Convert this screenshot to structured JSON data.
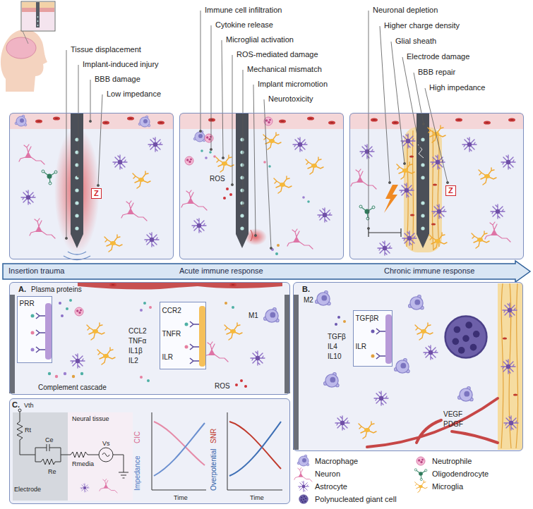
{
  "diagram": {
    "nodes": [
      {
        "text": [
          "Z"
        ]
      },
      {
        "text": [
          "ROS"
        ]
      },
      {
        "text": [
          "Z"
        ]
      },
      {
        "text": [
          "Insertion trauma",
          "Acute immune response",
          "Chronic immune response"
        ]
      },
      {
        "text": [
          "A.",
          "Plasma proteins",
          "CCL2",
          "TNFα",
          "IL1β",
          "IL2",
          "M1",
          "Complement cascade",
          "ROS"
        ]
      },
      {
        "text": [
          "PRR"
        ],
        "in": 4
      },
      {
        "text": [
          "CCR2",
          "TNFR",
          "ILR"
        ],
        "in": 4
      },
      {
        "text": [
          "B.",
          "M2",
          "TGFβ",
          "IL4",
          "IL10",
          "VEGF",
          "PDGF"
        ]
      },
      {
        "text": [
          "TGFβR",
          "ILR"
        ],
        "in": 7
      },
      {
        "text": [
          "C.",
          "Vth",
          "Rt",
          "Ce",
          "Vs",
          "Rmedia",
          "Re",
          "Electrode",
          "Neural tissue",
          "CIC",
          "Impedance",
          "Time",
          "SNR",
          "Overpotential",
          "Time"
        ]
      }
    ],
    "labels": [
      "Tissue displacement",
      "Implant-induced injury",
      "BBB damage",
      "Low impedance",
      "Immune cell infiltration",
      "Cytokine release",
      "Microglial activation",
      "ROS-mediated damage",
      "Mechanical mismatch",
      "Implant micromotion",
      "Neurotoxicity",
      "Neuronal depletion",
      "Higher charge density",
      "Glial sheath",
      "Electrode damage",
      "BBB repair",
      "High impedance"
    ],
    "legend": [
      {
        "text": "Macrophage"
      },
      {
        "text": "Neutrophile"
      },
      {
        "text": "Neuron"
      },
      {
        "text": "Oligodendrocyte"
      },
      {
        "text": "Astrocyte"
      },
      {
        "text": "Microglia"
      },
      {
        "text": "Polynucleated giant cell"
      }
    ]
  }
}
